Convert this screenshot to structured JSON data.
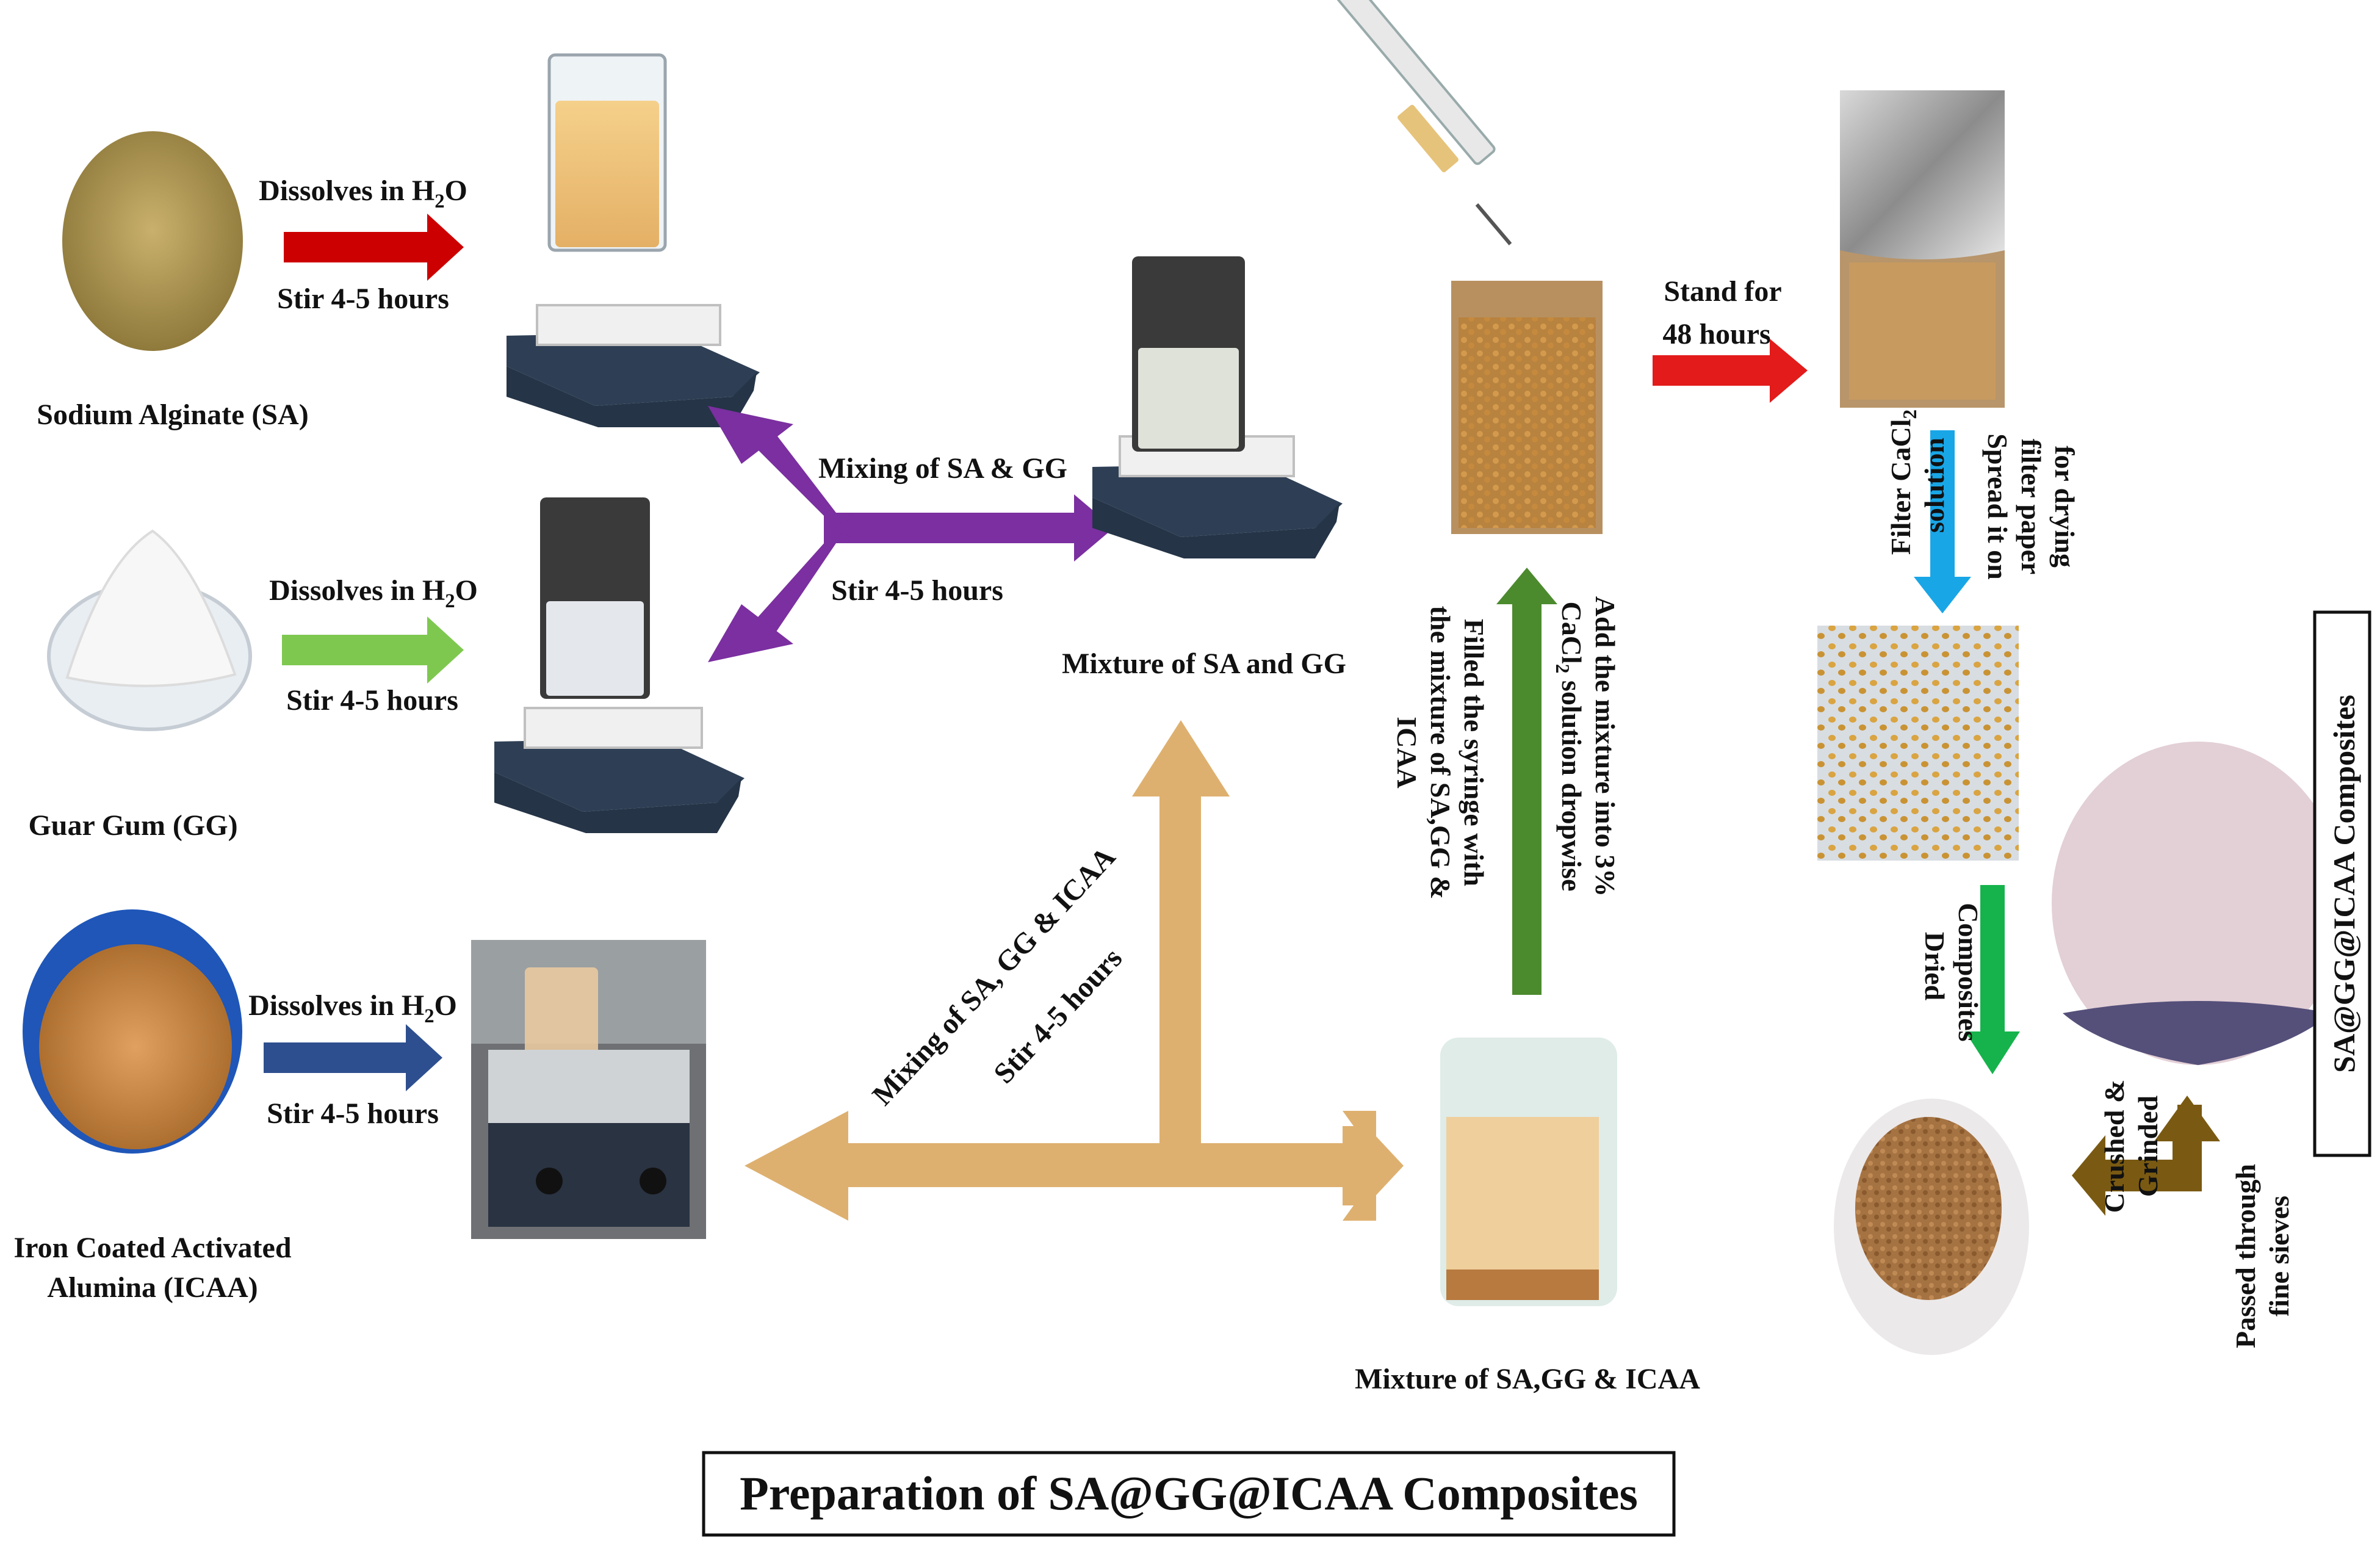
{
  "title": "Preparation of SA@GG@ICAA Composites",
  "side_title": "SA@GG@ICAA Composites",
  "materials": {
    "sa": "Sodium Alginate (SA)",
    "gg": "Guar Gum (GG)",
    "icaa_line1": "Iron Coated Activated",
    "icaa_line2": "Alumina (ICAA)"
  },
  "steps": {
    "dissolves_prefix": "Dissolves in H",
    "dissolves_sub": "2",
    "dissolves_suffix": "O",
    "stir": "Stir 4-5 hours",
    "mixing_sa_gg": "Mixing of SA & GG",
    "stir_mix": "Stir 4-5 hours",
    "mixture_sa_gg": "Mixture of SA and GG",
    "mixing_all": "Mixing of SA, GG & ICAA",
    "stir_all": "Stir 4-5 hours",
    "mixture_all": "Mixture of SA,GG & ICAA",
    "filled_line1": "Filled the syringe with",
    "filled_line2": "the mixture of SA,GG  &",
    "filled_line3": "ICAA",
    "add_line1": "Add the mixture into 3%",
    "add_line2_prefix": "CaCl",
    "add_line2_sub": "2",
    "add_line2_suffix": " solution dropwise",
    "stand_line1": "Stand for",
    "stand_line2": "48 hours",
    "filter_line1_prefix": "Filter CaCl",
    "filter_line1_sub": "2",
    "filter_line2": "solution",
    "spread_line1": "Spread it on",
    "spread_line2": "filter paper",
    "spread_line3": "for drying",
    "dried_line1": "Dried",
    "dried_line2": "Composites",
    "crushed_line1": "Crushed &",
    "crushed_line2": "Grinded",
    "passed_line1": "Passed through",
    "passed_line2": "fine sieves"
  },
  "colors": {
    "red_arrow": "#cc0000",
    "green_arrow": "#7ec850",
    "blue_arrow": "#2e4f8f",
    "purple_arrow": "#7b2fa0",
    "tan_arrow": "#deb06f",
    "dark_green_arrow": "#4c8a2e",
    "cyan_arrow": "#19a6e6",
    "bright_green_arrow": "#16b34c",
    "olive_arrow": "#7a5a12"
  }
}
